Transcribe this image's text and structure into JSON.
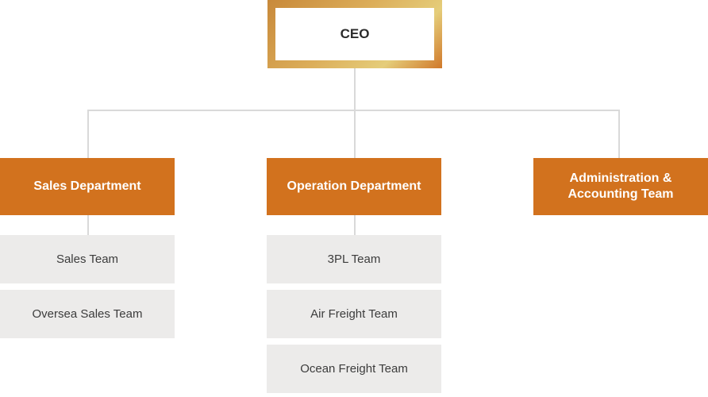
{
  "ceo": {
    "label": "CEO"
  },
  "departments": [
    {
      "label": "Sales Department"
    },
    {
      "label": "Operation Department"
    },
    {
      "label": "Administration &\nAccounting Team"
    }
  ],
  "teams": {
    "sales": [
      "Sales Team",
      "Oversea Sales Team"
    ],
    "operation": [
      "3PL Team",
      "Air Freight Team",
      "Ocean Freight Team"
    ]
  },
  "colors": {
    "department": "#d2721e",
    "team": "#ecebea",
    "connector": "#d9d9d9",
    "ceo_gradient": [
      "#c8893a",
      "#dcae5a",
      "#e5cd7a",
      "#d0782a"
    ]
  }
}
